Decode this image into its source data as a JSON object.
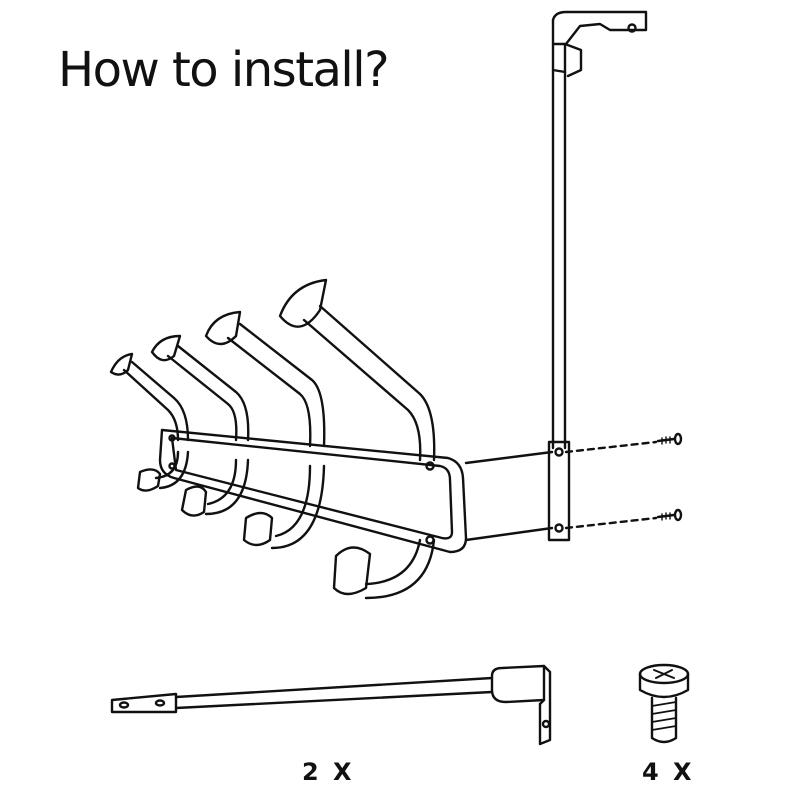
{
  "title": "How to install?",
  "parts": {
    "bracket_quantity": "2 X",
    "screw_quantity": "4 X"
  },
  "icons": {
    "assembly": "coat-hook-rack-assembly-icon",
    "door_bracket": "over-door-bracket-icon",
    "screws": "screw-icon",
    "bracket_part": "bracket-part-icon",
    "screw_part": "screw-part-icon"
  },
  "colors": {
    "line": "#111111",
    "background": "#ffffff"
  }
}
